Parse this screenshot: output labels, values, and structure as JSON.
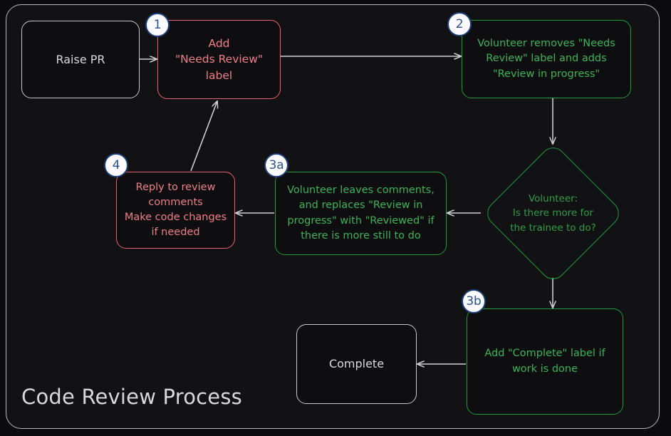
{
  "diagram": {
    "title": "Code Review Process",
    "type": "flowchart",
    "theme": {
      "page_background": "#0b0b0e",
      "panel_background": "#121214",
      "frame_border": "#b9b9bd",
      "red_accent": "#e8636f",
      "red_text": "#ef7f88",
      "green_accent": "#1f9a3d",
      "green_text": "#3cb359",
      "neutral_border": "#cfcfd2",
      "neutral_text": "#d6d6d9",
      "badge_fill": "#fbfbff",
      "badge_border": "#1c3f77",
      "badge_text": "#29528f",
      "edge_color": "#cfcfd2"
    },
    "nodes": [
      {
        "id": "raise-pr",
        "label": "Raise PR",
        "shape": "rounded-rect",
        "color": "neutral",
        "badge": null
      },
      {
        "id": "add-needs-review",
        "label": "Add\n\"Needs Review\"\nlabel",
        "shape": "rounded-rect",
        "color": "red",
        "badge": "1"
      },
      {
        "id": "volunteer-removes-label",
        "label": "Volunteer removes \"Needs\nReview\" label and adds\n\"Review in progress\"",
        "shape": "rounded-rect",
        "color": "green",
        "badge": "2"
      },
      {
        "id": "decision-more-for-trainee",
        "label": "Volunteer:\nIs there more for\nthe trainee to do?",
        "shape": "diamond",
        "color": "green",
        "badge": null
      },
      {
        "id": "volunteer-leaves-comments",
        "label": "Volunteer leaves comments,\nand replaces \"Review in\nprogress\" with \"Reviewed\" if\nthere is more still to do",
        "shape": "rounded-rect",
        "color": "green",
        "badge": "3a"
      },
      {
        "id": "reply-to-review-comments",
        "label": "Reply to review\ncomments\nMake code changes\nif needed",
        "shape": "rounded-rect",
        "color": "red",
        "badge": "4"
      },
      {
        "id": "add-complete-label",
        "label": "Add \"Complete\" label if\nwork is done",
        "shape": "rounded-rect",
        "color": "green",
        "badge": "3b"
      },
      {
        "id": "complete",
        "label": "Complete",
        "shape": "rounded-rect",
        "color": "neutral",
        "badge": null
      }
    ],
    "edges": [
      {
        "from": "raise-pr",
        "to": "add-needs-review",
        "label": ""
      },
      {
        "from": "add-needs-review",
        "to": "volunteer-removes-label",
        "label": ""
      },
      {
        "from": "volunteer-removes-label",
        "to": "decision-more-for-trainee",
        "label": ""
      },
      {
        "from": "decision-more-for-trainee",
        "to": "volunteer-leaves-comments",
        "label": ""
      },
      {
        "from": "volunteer-leaves-comments",
        "to": "reply-to-review-comments",
        "label": ""
      },
      {
        "from": "reply-to-review-comments",
        "to": "add-needs-review",
        "label": ""
      },
      {
        "from": "decision-more-for-trainee",
        "to": "add-complete-label",
        "label": ""
      },
      {
        "from": "add-complete-label",
        "to": "complete",
        "label": ""
      }
    ],
    "badges": [
      "1",
      "2",
      "3a",
      "3b",
      "4"
    ]
  }
}
